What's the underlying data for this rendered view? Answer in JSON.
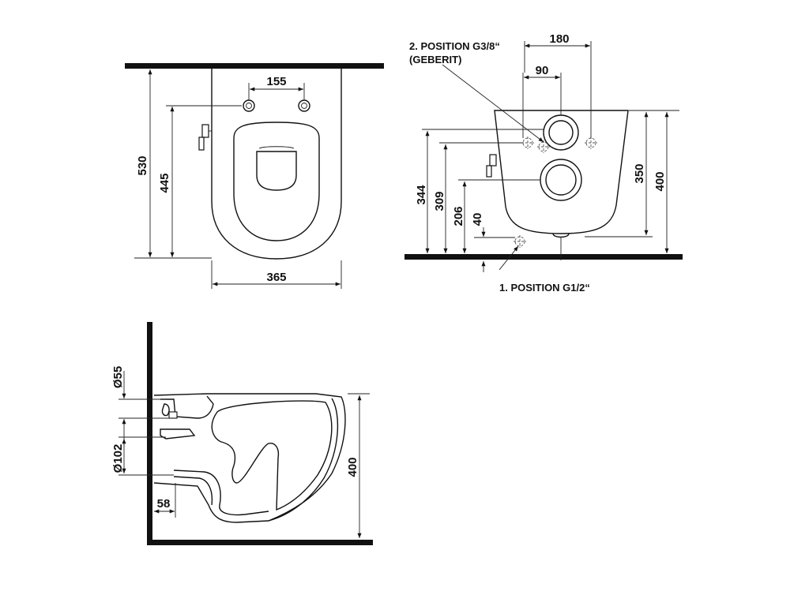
{
  "front_view": {
    "height_total": "530",
    "height_inlet": "445",
    "width_inlet_spacing": "155",
    "width_total": "365"
  },
  "rear_view": {
    "position_2_label": "2. POSITION G3/8“",
    "position_2_sub": "(GEBERIT)",
    "position_1_label": "1. POSITION G1/2“",
    "dim_180": "180",
    "dim_90": "90",
    "dim_344": "344",
    "dim_309": "309",
    "dim_206": "206",
    "dim_40": "40",
    "dim_350": "350",
    "dim_400": "400"
  },
  "side_view": {
    "dia_55": "Ø55",
    "dia_102": "Ø102",
    "dim_58": "58",
    "dim_400": "400"
  }
}
